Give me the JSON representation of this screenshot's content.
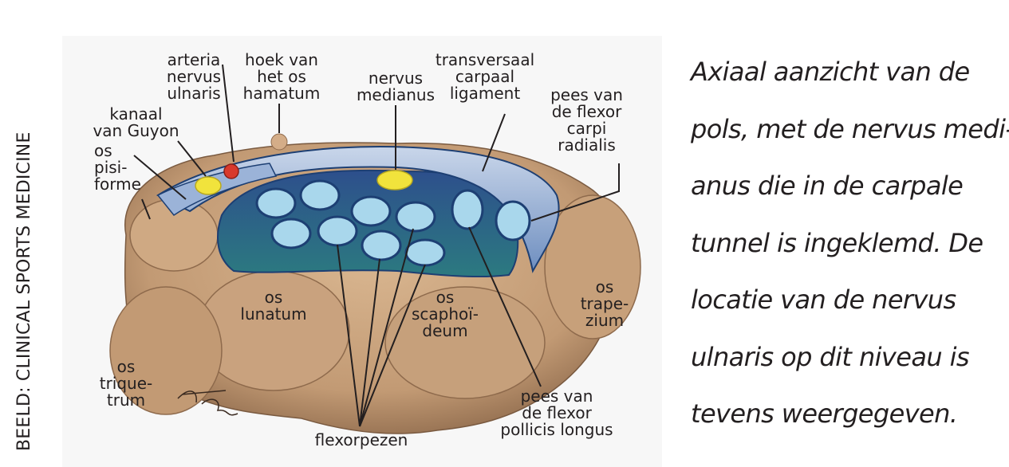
{
  "credit": "BEELD: CLINICAL SPORTS MEDICINE",
  "labels": {
    "arteria_nervus_ulnaris": "arteria\nnervus\nulnaris",
    "hoek_hamatum": "hoek van\nhet os\nhamatum",
    "nervus_medianus": "nervus\nmedianus",
    "transversaal_ligament": "transversaal\ncarpaal\nligament",
    "kanaal_guyon": "kanaal\nvan Guyon",
    "os_pisiforme": "os\npisi-\nforme",
    "flexor_carpi_radialis": "pees van\nde flexor\ncarpi\nradialis",
    "os_lunatum": "os\nlunatum",
    "os_scaphoideum": "os\nscaphoï-\ndeum",
    "os_trapezium": "os\ntrape-\nzium",
    "os_triquetrum": "os\ntrique-\ntrum",
    "flexor_pollicis_longus": "pees van\nde flexor\npollicis longus",
    "flexorpezen": "flexorpezen"
  },
  "caption_lines": [
    "Axiaal aanzicht van de",
    "pols, met de nervus medi-",
    "anus die in de carpale",
    "tunnel is ingeklemd. De",
    "locatie van de nervus",
    "ulnaris op dit niveau is",
    "tevens weergegeven."
  ],
  "colors": {
    "bone": "#c9a27e",
    "bone_shadow": "#8e6a4c",
    "tunnel": "#2f6f7a",
    "tendon": "#a9d7ec",
    "tendon_outline": "#1d3f73",
    "ligament": "#8fa8cf",
    "nerve": "#f1e33c",
    "artery": "#d9392c"
  }
}
